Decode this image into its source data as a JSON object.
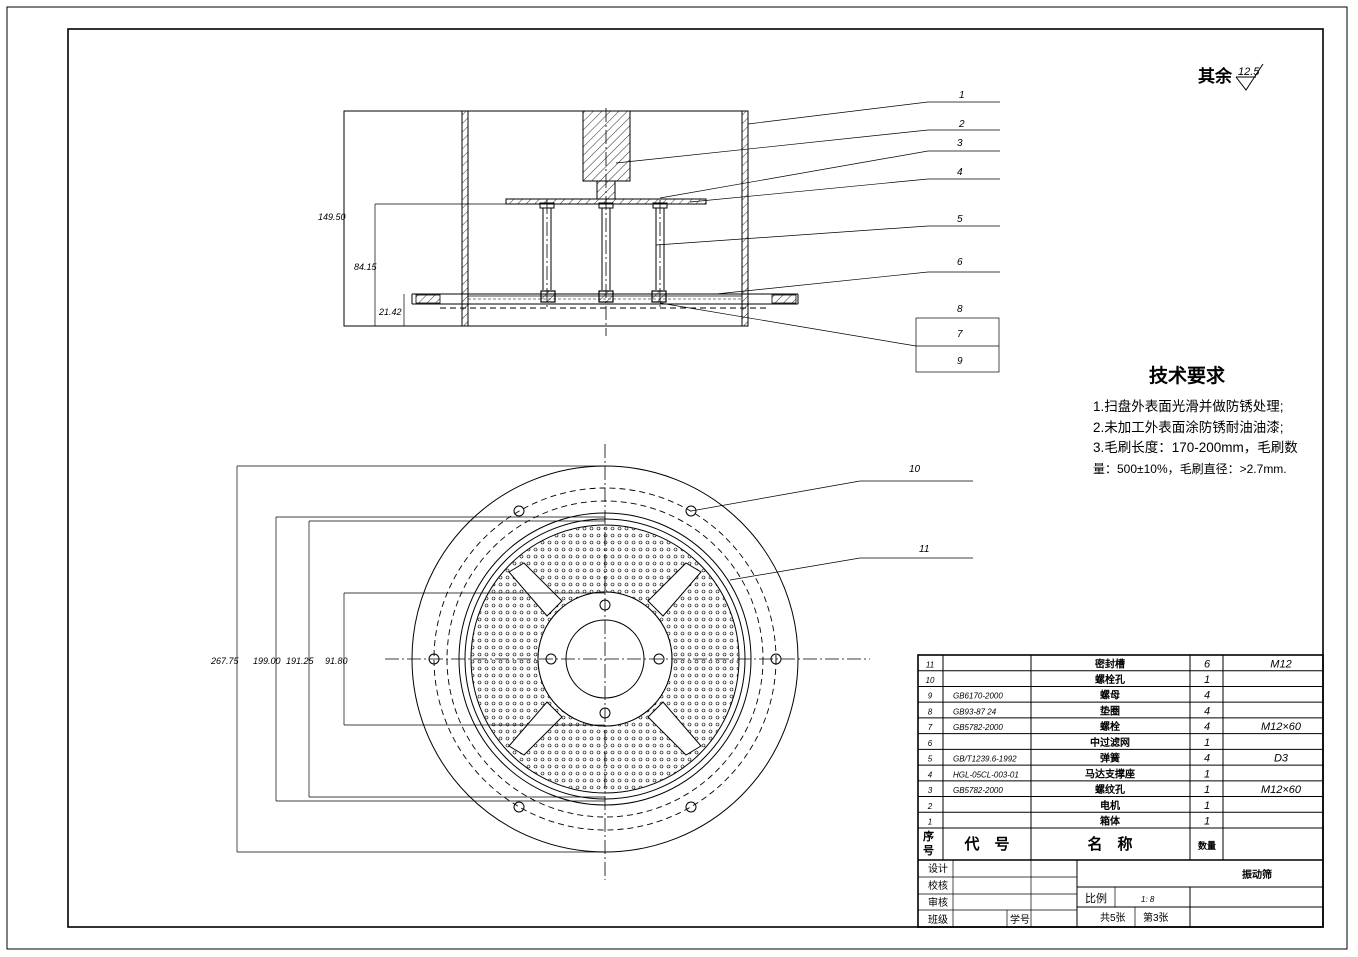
{
  "roughness": {
    "prefix": "其余",
    "value": "12.5"
  },
  "section_view": {
    "dimensions": [
      "149.50",
      "84.15",
      "21.42"
    ],
    "leaders": [
      "1",
      "2",
      "3",
      "4",
      "5",
      "6",
      "8",
      "7",
      "9"
    ]
  },
  "plan_view": {
    "dimensions": [
      "267.75",
      "199.00",
      "191.25",
      "91.80"
    ],
    "leaders": [
      "10",
      "11"
    ]
  },
  "tech_requirements": {
    "title": "技术要求",
    "lines": [
      "1.扫盘外表面光滑并做防锈处理;",
      "2.未加工外表面涂防锈耐油油漆;",
      "3.毛刷长度：170-200mm，毛刷数",
      "量：500±10%，毛刷直径：>2.7mm."
    ]
  },
  "bom": {
    "rows": [
      {
        "no": "11",
        "code": "",
        "name": "密封槽",
        "qty": "6",
        "remark": "M12"
      },
      {
        "no": "10",
        "code": "",
        "name": "螺栓孔",
        "qty": "1",
        "remark": ""
      },
      {
        "no": "9",
        "code": "GB6170-2000",
        "name": "螺母",
        "qty": "4",
        "remark": ""
      },
      {
        "no": "8",
        "code": "GB93-87 24",
        "name": "垫圈",
        "qty": "4",
        "remark": ""
      },
      {
        "no": "7",
        "code": "GB5782-2000",
        "name": "螺栓",
        "qty": "4",
        "remark": "M12×60"
      },
      {
        "no": "6",
        "code": "",
        "name": "中过滤网",
        "qty": "1",
        "remark": ""
      },
      {
        "no": "5",
        "code": "GB/T1239.6-1992",
        "name": "弹簧",
        "qty": "4",
        "remark": "D3"
      },
      {
        "no": "4",
        "code": "HGL-05CL-003-01",
        "name": "马达支撑座",
        "qty": "1",
        "remark": ""
      },
      {
        "no": "3",
        "code": "GB5782-2000",
        "name": "螺纹孔",
        "qty": "1",
        "remark": "M12×60"
      },
      {
        "no": "2",
        "code": "",
        "name": "电机",
        "qty": "1",
        "remark": ""
      },
      {
        "no": "1",
        "code": "",
        "name": "箱体",
        "qty": "1",
        "remark": ""
      }
    ],
    "header": {
      "no": "序号",
      "code": "代　号",
      "name": "名　称",
      "qty": "数量"
    }
  },
  "title_block": {
    "labels": [
      "设计",
      "校核",
      "审核",
      "班级",
      "学号"
    ],
    "drawing_name": "振动筛",
    "scale_label": "比例",
    "scale_value": "1: 8",
    "sheets_total": "共5张",
    "sheet_no": "第3张"
  }
}
